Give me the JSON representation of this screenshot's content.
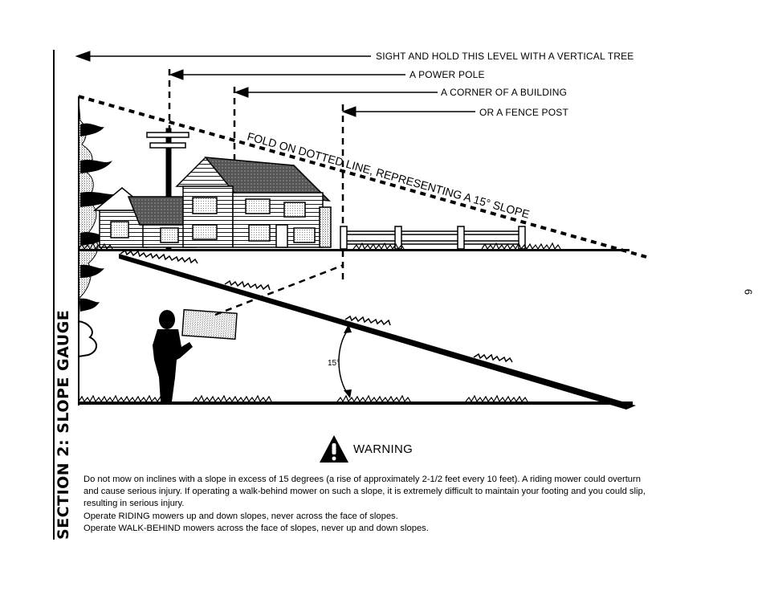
{
  "section": {
    "title": "SECTION 2:  SLOPE GAUGE"
  },
  "page_number": "6",
  "sight_lines": [
    "SIGHT AND HOLD THIS LEVEL WITH A VERTICAL TREE",
    "A POWER POLE",
    "A CORNER OF A BUILDING",
    "OR A FENCE POST"
  ],
  "fold_label": "FOLD ON DOTTED LINE, REPRESENTING A 15° SLOPE",
  "angle_label": "15°",
  "warning": {
    "label": "WARNING",
    "paragraphs": [
      "Do not mow on inclines with a slope in excess of 15 degrees (a rise of approximately 2-1/2 feet every 10 feet).  A riding mower could overturn and cause serious injury.  If operating a walk-behind mower on such a slope, it is extremely difficult to maintain your footing and you could slip, resulting in serious injury.",
      "Operate RIDING mowers up and down slopes, never across the face of slopes.",
      "Operate WALK-BEHIND mowers across the face of slopes, never up and down slopes."
    ]
  }
}
